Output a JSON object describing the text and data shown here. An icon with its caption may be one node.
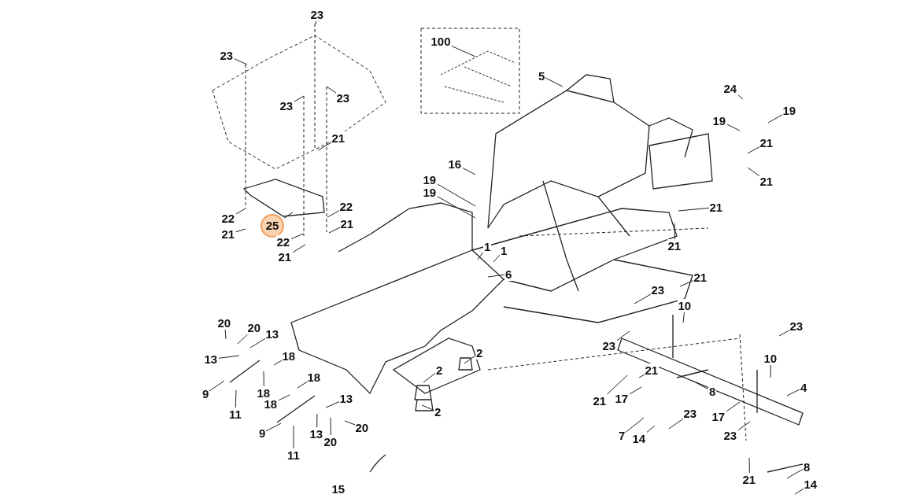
{
  "diagram": {
    "nodes": [
      {
        "text": [
          "23"
        ]
      },
      {
        "text": [
          "23"
        ]
      },
      {
        "text": [
          "100"
        ]
      },
      {
        "text": [
          "5"
        ]
      },
      {
        "text": [
          "24"
        ]
      },
      {
        "text": [
          "23"
        ]
      },
      {
        "text": [
          "23"
        ]
      },
      {
        "text": [
          "19"
        ]
      },
      {
        "text": [
          "19"
        ]
      },
      {
        "text": [
          "21"
        ]
      },
      {
        "text": [
          "21"
        ]
      },
      {
        "text": [
          "16"
        ]
      },
      {
        "text": [
          "19"
        ]
      },
      {
        "text": [
          "19"
        ]
      },
      {
        "text": [
          "21"
        ]
      },
      {
        "text": [
          "22"
        ]
      },
      {
        "text": [
          "21"
        ]
      },
      {
        "text": [
          "22"
        ]
      },
      {
        "text": [
          "21"
        ]
      },
      {
        "text": [
          "25"
        ]
      },
      {
        "text": [
          "21"
        ]
      },
      {
        "text": [
          "22"
        ]
      },
      {
        "text": [
          "21"
        ]
      },
      {
        "text": [
          "1"
        ]
      },
      {
        "text": [
          "1"
        ]
      },
      {
        "text": [
          "21"
        ]
      },
      {
        "text": [
          "6"
        ]
      },
      {
        "text": [
          "21"
        ]
      },
      {
        "text": [
          "23"
        ]
      },
      {
        "text": [
          "10"
        ]
      },
      {
        "text": [
          "20"
        ]
      },
      {
        "text": [
          "20"
        ]
      },
      {
        "text": [
          "13"
        ]
      },
      {
        "text": [
          "23"
        ]
      },
      {
        "text": [
          "23"
        ]
      },
      {
        "text": [
          "2"
        ]
      },
      {
        "text": [
          "10"
        ]
      },
      {
        "text": [
          "13"
        ]
      },
      {
        "text": [
          "18"
        ]
      },
      {
        "text": [
          "2"
        ]
      },
      {
        "text": [
          "21"
        ]
      },
      {
        "text": [
          "18"
        ]
      },
      {
        "text": [
          "18"
        ]
      },
      {
        "text": [
          "9"
        ]
      },
      {
        "text": [
          "8"
        ]
      },
      {
        "text": [
          "4"
        ]
      },
      {
        "text": [
          "21"
        ]
      },
      {
        "text": [
          "17"
        ]
      },
      {
        "text": [
          "11"
        ]
      },
      {
        "text": [
          "2"
        ]
      },
      {
        "text": [
          "13"
        ]
      },
      {
        "text": [
          "18"
        ]
      },
      {
        "text": [
          "23"
        ]
      },
      {
        "text": [
          "17"
        ]
      },
      {
        "text": [
          "20"
        ]
      },
      {
        "text": [
          "9"
        ]
      },
      {
        "text": [
          "13"
        ]
      },
      {
        "text": [
          "7"
        ]
      },
      {
        "text": [
          "14"
        ]
      },
      {
        "text": [
          "23"
        ]
      },
      {
        "text": [
          "20"
        ]
      },
      {
        "text": [
          "11"
        ]
      },
      {
        "text": [
          "21"
        ]
      },
      {
        "text": [
          "8"
        ]
      },
      {
        "text": [
          "14"
        ]
      },
      {
        "text": [
          "15"
        ]
      }
    ],
    "edges": [
      {
        "from": 0,
        "to": null,
        "arrow": "none"
      },
      {
        "from": 1,
        "to": null,
        "arrow": "none"
      },
      {
        "from": 2,
        "to": null,
        "arrow": "none"
      },
      {
        "from": 3,
        "to": null,
        "arrow": "none"
      },
      {
        "from": 4,
        "to": null,
        "arrow": "none"
      },
      {
        "from": 5,
        "to": null,
        "arrow": "none"
      },
      {
        "from": 6,
        "to": null,
        "arrow": "none"
      },
      {
        "from": 7,
        "to": null,
        "arrow": "none"
      },
      {
        "from": 8,
        "to": null,
        "arrow": "none"
      },
      {
        "from": 9,
        "to": null,
        "arrow": "none"
      },
      {
        "from": 10,
        "to": null,
        "arrow": "none"
      },
      {
        "from": 11,
        "to": null,
        "arrow": "none"
      },
      {
        "from": 12,
        "to": null,
        "arrow": "none"
      },
      {
        "from": 13,
        "to": null,
        "arrow": "none"
      },
      {
        "from": 14,
        "to": null,
        "arrow": "none"
      },
      {
        "from": 15,
        "to": null,
        "arrow": "none"
      },
      {
        "from": 16,
        "to": null,
        "arrow": "none"
      },
      {
        "from": 17,
        "to": null,
        "arrow": "none"
      },
      {
        "from": 18,
        "to": null,
        "arrow": "none"
      },
      {
        "from": 19,
        "to": null,
        "arrow": "none"
      },
      {
        "from": 20,
        "to": null,
        "arrow": "none"
      },
      {
        "from": 21,
        "to": null,
        "arrow": "none"
      },
      {
        "from": 22,
        "to": null,
        "arrow": "none"
      },
      {
        "from": 23,
        "to": null,
        "arrow": "none"
      },
      {
        "from": 24,
        "to": null,
        "arrow": "none"
      },
      {
        "from": 25,
        "to": null,
        "arrow": "none"
      },
      {
        "from": 26,
        "to": null,
        "arrow": "none"
      },
      {
        "from": 27,
        "to": null,
        "arrow": "none"
      },
      {
        "from": 28,
        "to": null,
        "arrow": "none"
      },
      {
        "from": 29,
        "to": null,
        "arrow": "none"
      },
      {
        "from": 30,
        "to": null,
        "arrow": "none"
      },
      {
        "from": 31,
        "to": null,
        "arrow": "none"
      },
      {
        "from": 32,
        "to": null,
        "arrow": "none"
      },
      {
        "from": 33,
        "to": null,
        "arrow": "none"
      },
      {
        "from": 34,
        "to": null,
        "arrow": "none"
      },
      {
        "from": 35,
        "to": null,
        "arrow": "none"
      },
      {
        "from": 36,
        "to": null,
        "arrow": "none"
      },
      {
        "from": 37,
        "to": null,
        "arrow": "none"
      },
      {
        "from": 38,
        "to": null,
        "arrow": "none"
      },
      {
        "from": 39,
        "to": null,
        "arrow": "none"
      },
      {
        "from": 40,
        "to": null,
        "arrow": "none"
      },
      {
        "from": 41,
        "to": null,
        "arrow": "none"
      },
      {
        "from": 42,
        "to": null,
        "arrow": "none"
      },
      {
        "from": 43,
        "to": null,
        "arrow": "none"
      },
      {
        "from": 44,
        "to": null,
        "arrow": "none"
      },
      {
        "from": 45,
        "to": null,
        "arrow": "none"
      },
      {
        "from": 46,
        "to": null,
        "arrow": "none"
      },
      {
        "from": 47,
        "to": null,
        "arrow": "none"
      },
      {
        "from": 48,
        "to": null,
        "arrow": "none"
      },
      {
        "from": 49,
        "to": null,
        "arrow": "none"
      },
      {
        "from": 50,
        "to": null,
        "arrow": "none"
      },
      {
        "from": 51,
        "to": null,
        "arrow": "none"
      },
      {
        "from": 52,
        "to": null,
        "arrow": "none"
      },
      {
        "from": 53,
        "to": null,
        "arrow": "none"
      },
      {
        "from": 54,
        "to": null,
        "arrow": "none"
      },
      {
        "from": 55,
        "to": null,
        "arrow": "none"
      },
      {
        "from": 56,
        "to": null,
        "arrow": "none"
      },
      {
        "from": 57,
        "to": null,
        "arrow": "none"
      },
      {
        "from": 58,
        "to": null,
        "arrow": "none"
      },
      {
        "from": 59,
        "to": null,
        "arrow": "none"
      },
      {
        "from": 60,
        "to": null,
        "arrow": "none"
      },
      {
        "from": 61,
        "to": null,
        "arrow": "none"
      },
      {
        "from": 62,
        "to": null,
        "arrow": "none"
      },
      {
        "from": 63,
        "to": null,
        "arrow": "none"
      },
      {
        "from": 64,
        "to": null,
        "arrow": "none"
      }
    ]
  }
}
